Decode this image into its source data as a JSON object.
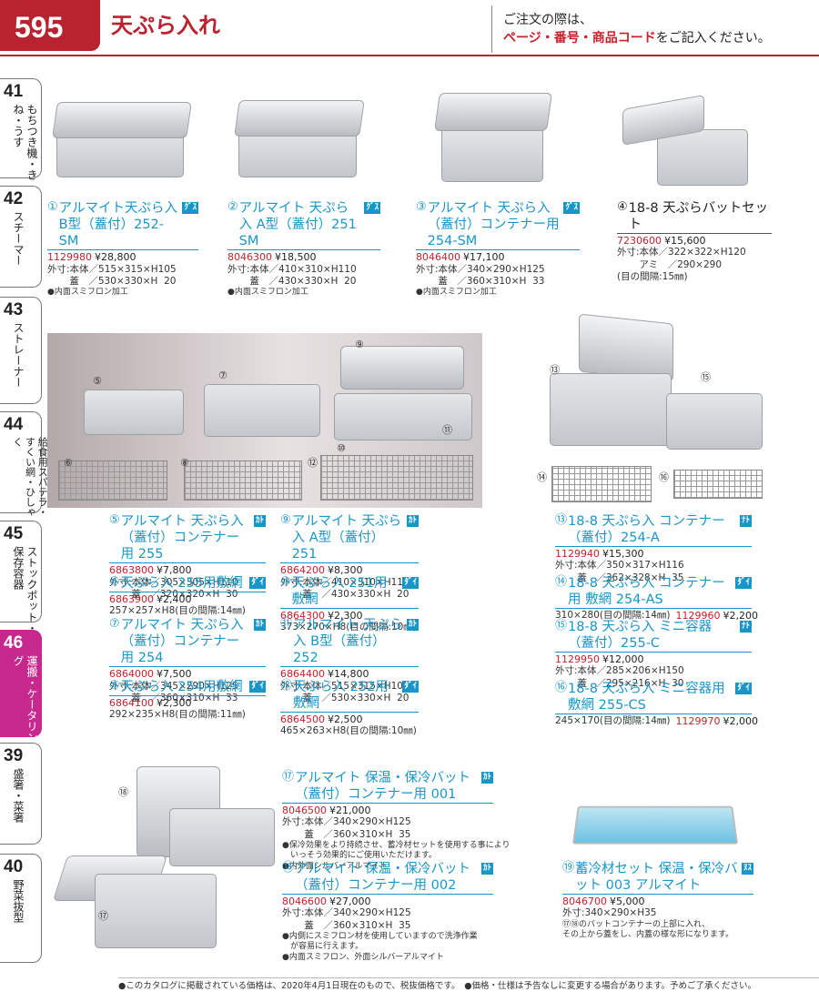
{
  "header": {
    "page_number": "595",
    "title": "天ぷら入れ",
    "notice_line1": "ご注文の際は、",
    "notice_red": "ページ・番号・商品コード",
    "notice_tail": "をご記入ください。"
  },
  "tabs": [
    {
      "num": "41",
      "label": "もちつき機・きね・うす"
    },
    {
      "num": "42",
      "label": "スチーマー"
    },
    {
      "num": "43",
      "label": "ストレーナー"
    },
    {
      "num": "44",
      "label": "給食用スパテラ・すくい網・ひしゃく"
    },
    {
      "num": "45",
      "label": "ストックポット・保存容器"
    },
    {
      "num": "46",
      "label": "運搬・ケータリング"
    },
    {
      "num": "39",
      "label": "盛箸・菜箸"
    },
    {
      "num": "40",
      "label": "野菜抜型"
    }
  ],
  "callouts": {
    "c5": "⑤",
    "c7": "⑦",
    "c9": "⑨",
    "c11": "⑪",
    "c6": "⑥",
    "c8": "⑧",
    "c10": "⑩",
    "c12": "⑫",
    "c13": "⑬",
    "c14": "⑭",
    "c15": "⑮",
    "c16": "⑯",
    "c17": "⑰",
    "c18": "⑱"
  },
  "items": {
    "i1": {
      "num": "①",
      "title": "アルマイト天ぷら入B型（蓋付）252-SM",
      "badge": "ｸﾞｽ",
      "code": "1129980",
      "price": "¥28,800",
      "spec": "外寸:本体／515×315×H105\n　　 蓋　／530×330×H  20",
      "note": "●内面スミフロン加工"
    },
    "i2": {
      "num": "②",
      "title": "アルマイト 天ぷら入 A型（蓋付）251 SM",
      "badge": "ｸﾞｽ",
      "code": "8046300",
      "price": "¥18,500",
      "spec": "外寸:本体／410×310×H110\n　　 蓋　／430×330×H  20",
      "note": "●内面スミフロン加工"
    },
    "i3": {
      "num": "③",
      "title": "アルマイト 天ぷら入（蓋付）コンテナー用 254-SM",
      "badge": "ｸﾞｽ",
      "code": "8046400",
      "price": "¥17,100",
      "spec": "外寸:本体／340×290×H125\n　　 蓋　／360×310×H  33",
      "note": "●内面スミフロン加工"
    },
    "i4": {
      "num": "④",
      "title": "18-8 天ぷらバットセット",
      "code": "7230600",
      "price": "¥15,600",
      "spec": "外寸:本体／322×322×H120\n　　 アミ　／290×290\n(目の間隔:15㎜)"
    },
    "i5": {
      "num": "⑤",
      "title": "アルマイト 天ぷら入（蓋付）コンテナー用 255",
      "badge": "ｶﾄ",
      "code": "6863800",
      "price": "¥7,800",
      "spec": "外寸:本体／305×305×H110\n　　 蓋　／320×320×H  30"
    },
    "i6": {
      "num": "⑥",
      "title": "天ぷら入 255用敷網",
      "badge": "ﾀﾞｲ",
      "code": "6863900",
      "price": "¥2,400",
      "spec": "257×257×H8(目の間隔:14㎜)"
    },
    "i7": {
      "num": "⑦",
      "title": "アルマイト 天ぷら入（蓋付）コンテナー用 254",
      "badge": "ｶﾄ",
      "code": "6864000",
      "price": "¥7,500",
      "spec": "外寸:本体／345×290×H125\n　　 蓋　／360×310×H  33"
    },
    "i8": {
      "num": "⑧",
      "title": "天ぷら入 254用敷網",
      "badge": "ﾀﾞｲ",
      "code": "6864100",
      "price": "¥2,300",
      "spec": "292×235×H8(目の間隔:11㎜)"
    },
    "i9": {
      "num": "⑨",
      "title": "アルマイト 天ぷら入 A型（蓋付）251",
      "badge": "ｶﾄ",
      "code": "6864200",
      "price": "¥8,300",
      "spec": "外寸:本体／410×310×H110\n　　 蓋　／430×330×H  20"
    },
    "i10": {
      "num": "⑩",
      "title": "天ぷら入 251用敷網",
      "badge": "ﾀﾞｲ",
      "code": "6864300",
      "price": "¥2,300",
      "spec": "373×270×H8(目の間隔:10㎜)"
    },
    "i11": {
      "num": "⑪",
      "title": "アルマイト 天ぷら入 B型（蓋付）252",
      "badge": "ｶﾄ",
      "code": "6864400",
      "price": "¥14,800",
      "spec": "外寸:本体／515×315×H105\n　　 蓋　／530×330×H  20"
    },
    "i12": {
      "num": "⑫",
      "title": "天ぷら入 252用敷網",
      "badge": "ﾀﾞｲ",
      "code": "6864500",
      "price": "¥2,500",
      "spec": "465×263×H8(目の間隔:10㎜)"
    },
    "i13": {
      "num": "⑬",
      "title": "18-8 天ぷら入 コンテナー（蓋付）254-A",
      "badge": "ﾅﾄ",
      "code": "1129940",
      "price": "¥15,300",
      "spec": "外寸:本体／350×317×H116\n　　 蓋　／362×328×H  35"
    },
    "i14": {
      "num": "⑭",
      "title": "18-8 天ぷら入 コンテナー用 敷網 254-AS",
      "badge": "ﾀﾞｲ",
      "code": "1129960",
      "price": "¥2,200",
      "spec": "310×280(目の間隔:14㎜)"
    },
    "i15": {
      "num": "⑮",
      "title": "18-8 天ぷら入 ミニ容器（蓋付）255-C",
      "badge": "ﾅﾄ",
      "code": "1129950",
      "price": "¥12,000",
      "spec": "外寸:本体／285×206×H150\n　　 蓋　／295×216×H  30"
    },
    "i16": {
      "num": "⑯",
      "title": "18-8 天ぷら入 ミニ容器用 敷網 255-CS",
      "badge": "ﾀﾞｲ",
      "code": "1129970",
      "price": "¥2,000",
      "spec": "245×170(目の間隔:14㎜)"
    },
    "i17": {
      "num": "⑰",
      "title": "アルマイト 保温・保冷バット（蓋付）コンテナー用 001",
      "badge": "ｶﾄ",
      "code": "8046500",
      "price": "¥21,000",
      "spec": "外寸:本体／340×290×H125\n　　 蓋　／360×310×H  35",
      "note": "●保冷効果をより持続させ、蓄冷材セットを使用する事により\n　いっそう効果的にご使用いただけます。\n●内外面シルバーアルマイト"
    },
    "i18": {
      "num": "⑱",
      "title": "アルマイト 保温・保冷バット（蓋付）コンテナー用 002",
      "badge": "ｶﾄ",
      "code": "8046600",
      "price": "¥27,000",
      "spec": "外寸:本体／340×290×H125\n　　 蓋　／360×310×H  35",
      "note": "●内側にスミフロン材を使用していますので洗浄作業\n　が容易に行えます。\n●内面スミフロン、外面シルバーアルマイト"
    },
    "i19": {
      "num": "⑲",
      "title": "蓄冷材セット 保温・保冷バット 003 アルマイト",
      "badge": "ﾇｽ",
      "code": "8046700",
      "price": "¥5,000",
      "spec": "外寸:340×290×H35",
      "note": "⑰⑱のバットコンテナーの上部に入れ、\nその上から蓋をし、内蓋の様な形になります。"
    }
  },
  "footer": "●このカタログに掲載されている価格は、2020年4月1日現在のもので、税抜価格です。　●価格・仕様は予告なしに変更する場合があります。予めご了承ください。"
}
